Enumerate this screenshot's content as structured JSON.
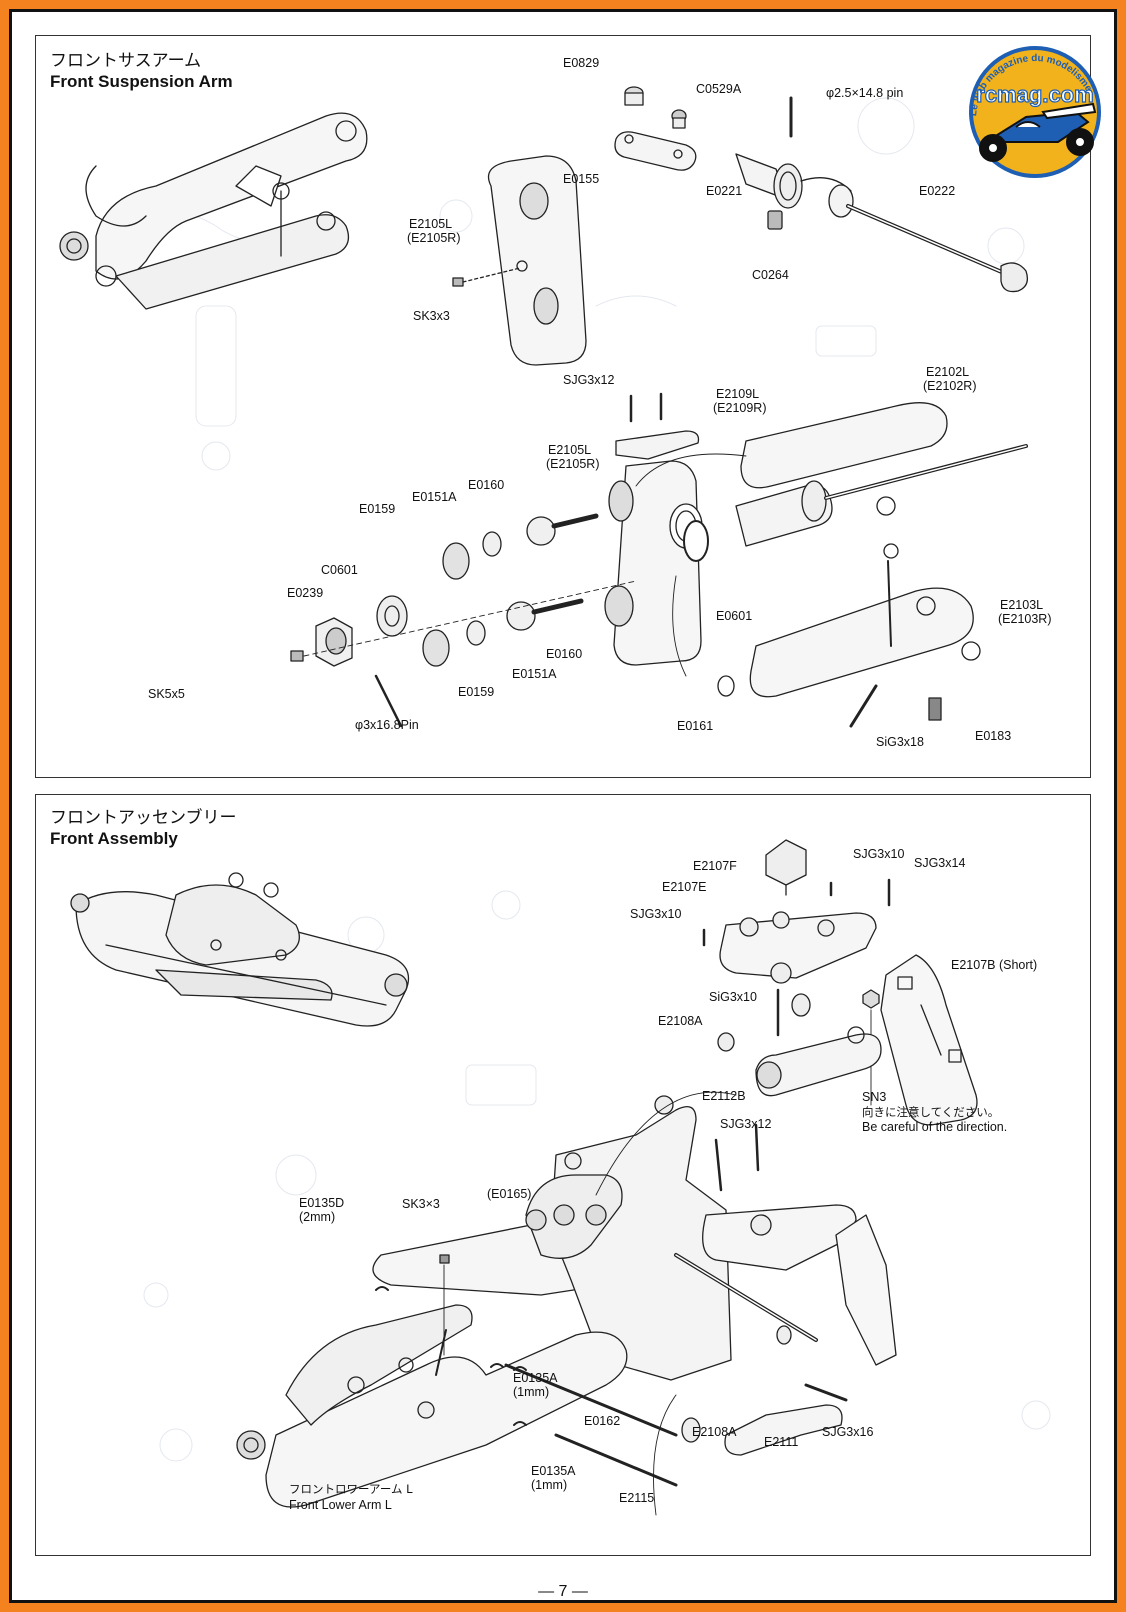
{
  "sections": {
    "front_suspension_arm": {
      "title_jp": "フロントサスアーム",
      "title_en": "Front Suspension Arm"
    },
    "front_assembly": {
      "title_jp": "フロントアッセンブリー",
      "title_en": "Front Assembly"
    }
  },
  "labels_arm": {
    "e0829": "E0829",
    "c0529a": "C0529A",
    "pin_25": "φ2.5×14.8 pin",
    "e0155": "E0155",
    "e0221": "E0221",
    "e0222": "E0222",
    "e2105l_top": "E2105L",
    "e2105r_top": "(E2105R)",
    "c0264": "C0264",
    "sk3x3": "SK3x3",
    "sjg3x12": "SJG3x12",
    "e2102l": "E2102L",
    "e2102r": "(E2102R)",
    "e2109l": "E2109L",
    "e2109r": "(E2109R)",
    "e2105l_mid": "E2105L",
    "e2105r_mid": "(E2105R)",
    "e0160_top": "E0160",
    "e0151a_top": "E0151A",
    "e0159_top": "E0159",
    "c0601": "C0601",
    "e0239": "E0239",
    "e0601": "E0601",
    "e2103l": "E2103L",
    "e2103r": "(E2103R)",
    "e0160_bot": "E0160",
    "e0151a_bot": "E0151A",
    "sk5x5": "SK5x5",
    "e0159_bot": "E0159",
    "e0161": "E0161",
    "e0183": "E0183",
    "sig3x18": "SiG3x18",
    "pin_3": "φ3x16.8Pin"
  },
  "labels_assembly": {
    "e2107f": "E2107F",
    "sjg3x10_a": "SJG3x10",
    "sjg3x14": "SJG3x14",
    "e2107e": "E2107E",
    "sjg3x10_b": "SJG3x10",
    "e2107b": "E2107B (Short)",
    "sig3x10": "SiG3x10",
    "e2108a_top": "E2108A",
    "e2112b": "E2112B",
    "sn3": "SN3",
    "note_jp": "向きに注意してください。",
    "note_en": "Be careful of the direction.",
    "sjg3x12": "SJG3x12",
    "e0135d": "E0135D",
    "e0135d_size": "(2mm)",
    "sk3x3": "SK3×3",
    "e0165": "(E0165)",
    "e0135a_top": "E0135A",
    "e0135a_top_size": "(1mm)",
    "e0162": "E0162",
    "e2108a_bot": "E2108A",
    "e2111": "E2111",
    "sjg3x16": "SJG3x16",
    "e0135a_bot": "E0135A",
    "e0135a_bot_size": "(1mm)",
    "e2115": "E2115",
    "lower_arm_jp": "フロントロワーアーム L",
    "lower_arm_en": "Front Lower Arm L"
  },
  "logo": {
    "text": "rcmag.com",
    "tagline": "Le web magazine du modelisme"
  },
  "footer": {
    "page_number": "— 7 —"
  },
  "colors": {
    "frame": "#f4821f",
    "logo_blue": "#1e5fb4",
    "logo_yellow": "#f2b21c"
  }
}
